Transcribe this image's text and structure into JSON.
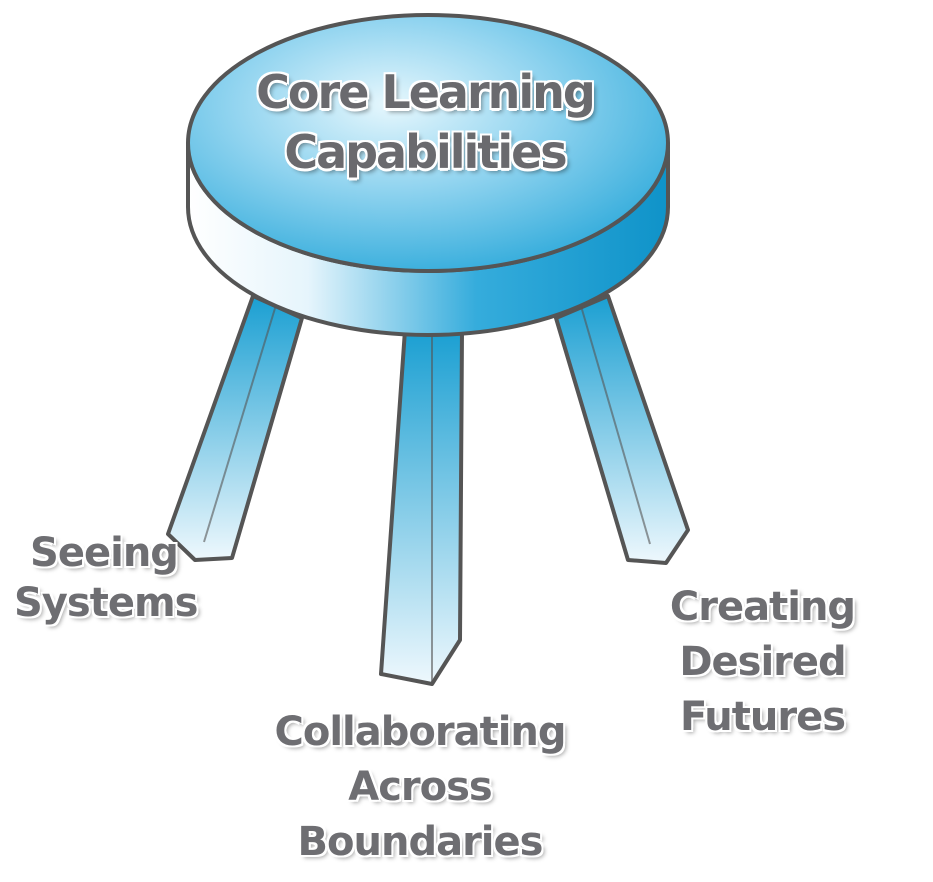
{
  "seat": {
    "title_line1": "Core Learning",
    "title_line2": "Capabilities"
  },
  "legs": [
    {
      "line1": "Seeing",
      "line2": "Systems"
    },
    {
      "line1": "Collaborating",
      "line2": "Across",
      "line3": "Boundaries"
    },
    {
      "line1": "Creating Desired",
      "line2": "Futures"
    }
  ],
  "colors": {
    "seat_top_light": "#d8f1fb",
    "seat_top_dark": "#29a9d8",
    "seat_side": "#1a9fd2",
    "leg_top": "#1a9fd2",
    "leg_bottom": "#eef8fd",
    "outline": "#555555",
    "label_text": "#6e6e72"
  }
}
